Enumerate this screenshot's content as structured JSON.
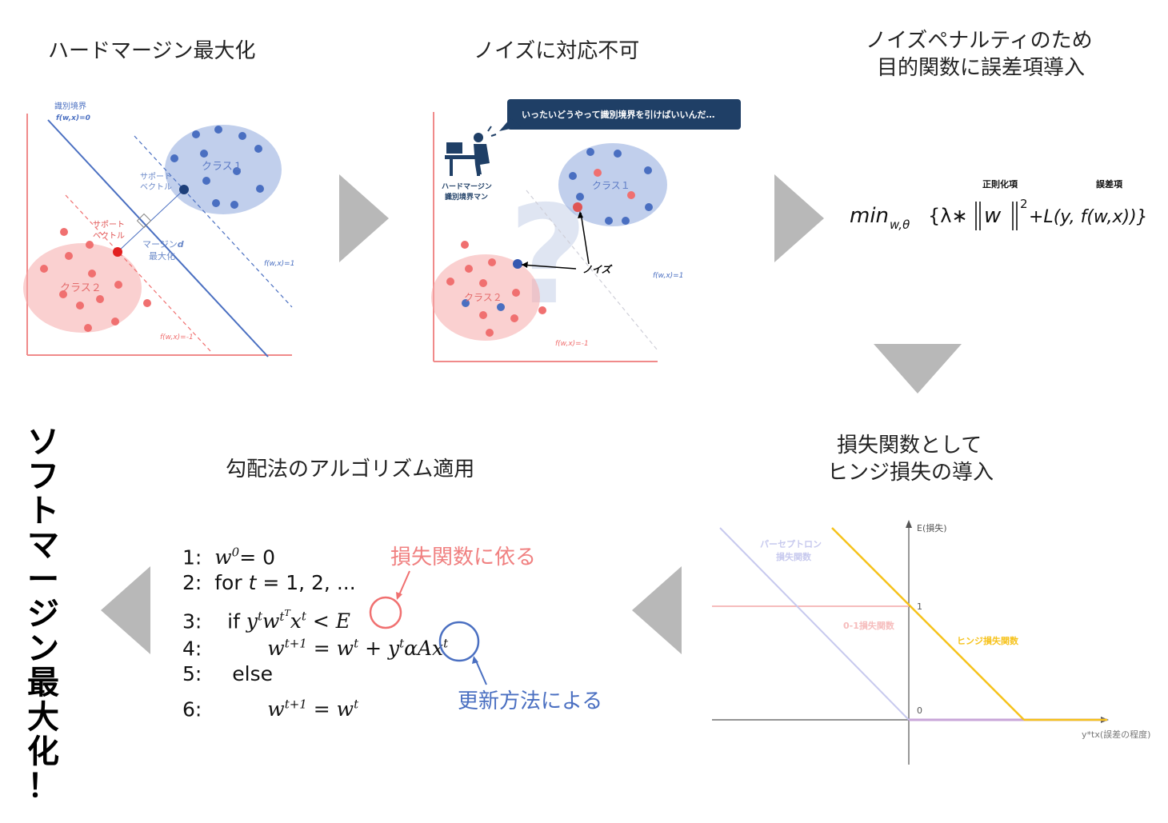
{
  "titles": {
    "hard_margin": "ハードマージン最大化",
    "noise": "ノイズに対応不可",
    "penalty_line1": "ノイズペナルティのため",
    "penalty_line2": "目的関数に誤差項導入",
    "hinge_line1": "損失関数として",
    "hinge_line2": "ヒンジ損失の導入",
    "gradient": "勾配法のアルゴリズム適用",
    "soft_margin_chars": [
      "ソ",
      "フ",
      "ト",
      "マ",
      "ー",
      "ジ",
      "ン",
      "最",
      "大",
      "化",
      "！"
    ]
  },
  "panel1": {
    "boundary_label": "識別境界",
    "boundary_eq": "f(w,x)=0",
    "class1": "クラス１",
    "class2": "クラス２",
    "support_vector_blue_1": "サポート",
    "support_vector_blue_2": "ベクトル",
    "support_vector_red_1": "サポート",
    "support_vector_red_2": "ベクトル",
    "margin_1": "マージン",
    "margin_d": "d",
    "margin_2": "最大化",
    "pos_eq": "f(w,x)=1",
    "neg_eq": "f(w,x)=-1"
  },
  "panel2": {
    "bubble": "いったいどうやって識別境界を引けばいいんだ…",
    "person_1": "ハードマージン",
    "person_2": "識別境界マン",
    "class1": "クラス１",
    "class2": "クラス２",
    "noise": "ノイズ",
    "question": "?",
    "pos_eq": "f(w,x)=1",
    "neg_eq": "f(w,x)=-1"
  },
  "formula": {
    "reg_label": "正則化項",
    "err_label": "誤差項",
    "min": "min",
    "sub": "w,θ",
    "open": "{λ∗",
    "w": "w",
    "sq": "2",
    "loss": "+L(y, f(w,x))}"
  },
  "hinge_chart": {
    "y_axis": "E(損失)",
    "x_axis": "y*tx(誤差の程度)",
    "tick_1": "1",
    "tick_0": "0",
    "perceptron_1": "パーセプトロン",
    "perceptron_2": "損失関数",
    "zero_one": "0-1損失関数",
    "hinge": "ヒンジ損失関数"
  },
  "algo": {
    "l1_num": "1:",
    "l2_num": "2:",
    "l3_num": "3:",
    "l4_num": "4:",
    "l5_num": "5:",
    "l6_num": "6:",
    "l1_rest": "= 0",
    "l2_for": "for ",
    "l2_t": "t",
    "l2_rest": " = 1, 2, ...",
    "l3_if": "if ",
    "l5_else": "else",
    "note_red": "損失関数に依る",
    "note_blue": "更新方法による"
  },
  "colors": {
    "blue": "#4a6fc1",
    "red": "#f07070",
    "arrow_gray": "#b8b8b8",
    "hinge": "#f6c21b"
  }
}
